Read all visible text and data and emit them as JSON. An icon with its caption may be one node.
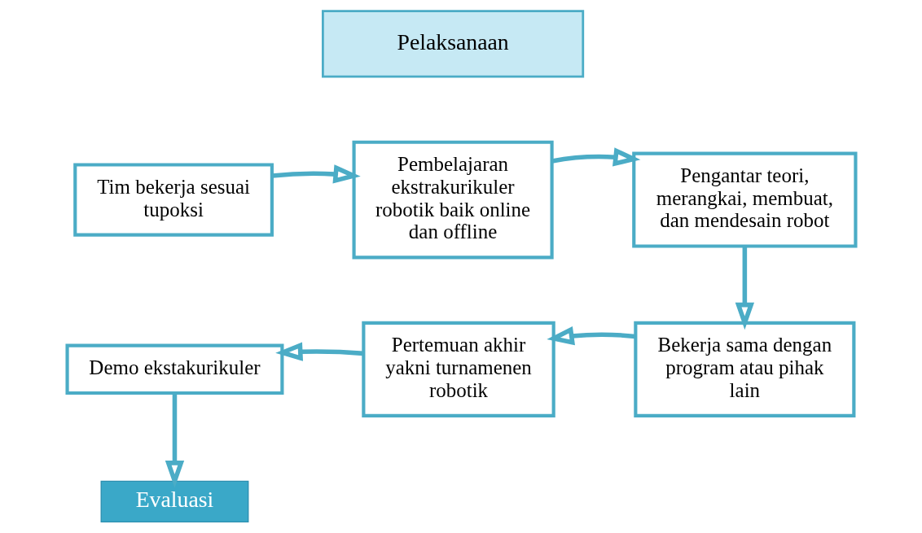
{
  "diagram": {
    "nodes": [
      {
        "text": [
          "Pelaksanaan"
        ]
      },
      {
        "text": [
          "Tim bekerja sesuai tupoksi"
        ]
      },
      {
        "text": [
          "Pembelajaran ekstrakurikuler robotik baik online dan offline"
        ]
      },
      {
        "text": [
          "Pengantar teori, merangkai, membuat, dan mendesain robot"
        ]
      },
      {
        "text": [
          "Bekerja sama dengan program atau pihak lain"
        ]
      },
      {
        "text": [
          "Pertemuan akhir yakni turnamenen robotik"
        ]
      },
      {
        "text": [
          "Demo ekstakurikuler"
        ]
      },
      {
        "text": [
          "Evaluasi"
        ]
      }
    ],
    "edges": [
      {
        "from": 1,
        "to": 2,
        "arrow": "to"
      },
      {
        "from": 2,
        "to": 3,
        "arrow": "to"
      },
      {
        "from": 3,
        "to": 4,
        "arrow": "to"
      },
      {
        "from": 4,
        "to": 5,
        "arrow": "to"
      },
      {
        "from": 5,
        "to": 6,
        "arrow": "to"
      },
      {
        "from": 6,
        "to": 7,
        "arrow": "to"
      }
    ]
  }
}
